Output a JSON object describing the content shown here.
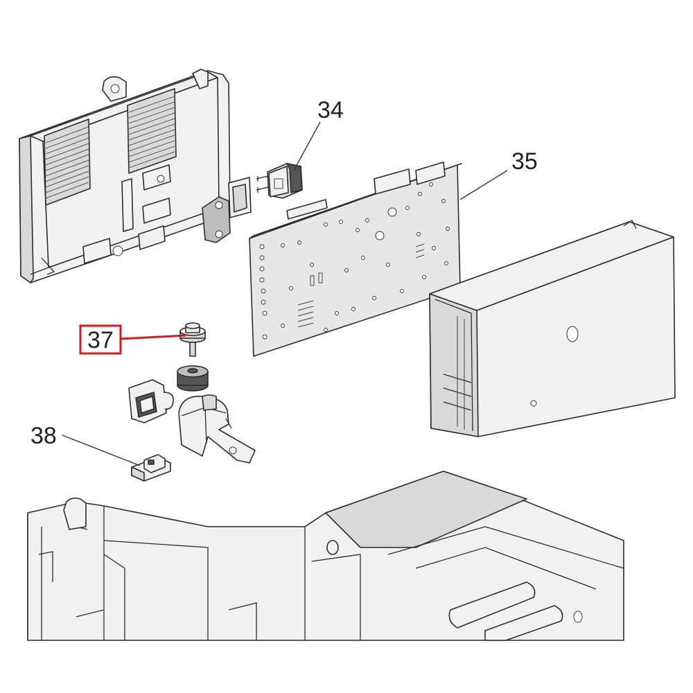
{
  "diagram": {
    "callouts": [
      {
        "id": "c34",
        "label": "34"
      },
      {
        "id": "c35",
        "label": "35"
      },
      {
        "id": "c37",
        "label": "37",
        "highlighted": true
      },
      {
        "id": "c38",
        "label": "38"
      }
    ],
    "highlight_color": "#e0141b",
    "line_color": "#2b2b2b",
    "fill_color": "#f1f1f1"
  }
}
